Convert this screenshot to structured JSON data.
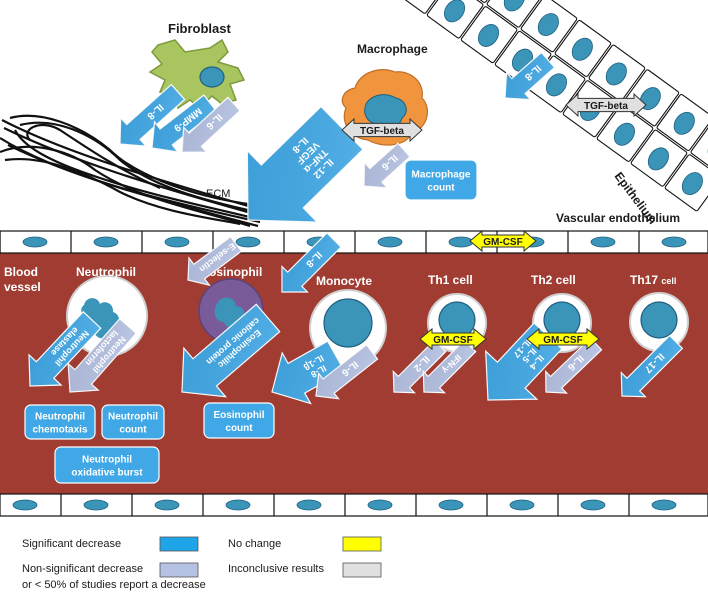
{
  "colors": {
    "significant_decrease": "#40a8e6",
    "non_significant_decrease": "#b6c2e4",
    "no_change": "#ffff00",
    "inconclusive": "#e0e0e0",
    "blood": "#a03c32",
    "cell_blue": "#3a95b8",
    "fibroblast": "#a8c560",
    "macrophage": "#f0953e",
    "eosinophil_purple": "#7a5b9a"
  },
  "labels": {
    "fibroblast": "Fibroblast",
    "macrophage": "Macrophage",
    "ecm": "ECM",
    "epithelium": "Epithelium",
    "vascular_endothelium": "Vascular endothelium",
    "blood_vessel_1": "Blood",
    "blood_vessel_2": "vessel",
    "neutrophil": "Neutrophil",
    "eosinophil": "Eosinophil",
    "monocyte": "Monocyte",
    "th1": "Th1 cell",
    "th2": "Th2 cell",
    "th17_main": "Th17",
    "th17_sub": "cell"
  },
  "mediators": {
    "fib_il8": "IL-8",
    "fib_mmp9": "MMP-9",
    "fib_il6": "IL-6",
    "mac_big": [
      "IL-12",
      "TNF-α",
      "VEGF",
      "IL-8"
    ],
    "mac_il6": "IL-6",
    "tgf_beta": "TGF-beta",
    "epi_il8": "IL-8",
    "gm_csf": "GM-CSF",
    "e_selectin": "E-selectin",
    "vessel_il8": "IL-8",
    "neut_elastase": [
      "Neutrophil",
      "elastase"
    ],
    "neut_lactoferrin": [
      "Neutrophil",
      "lactoferrin"
    ],
    "eos_ecp": [
      "Eosinophilic",
      "cationic protein"
    ],
    "mono_big": [
      "IL-8",
      "IL-1β"
    ],
    "mono_il6": "IL-6",
    "th1_il2": "IL-2",
    "th1_ifn": "IFN-γ",
    "th2_big": [
      "IL-4",
      "IL-5",
      "IL-17"
    ],
    "th2_il6": "IL-6",
    "th17_il17": "IL-17"
  },
  "outcomes": {
    "macrophage_count": [
      "Macrophage",
      "count"
    ],
    "neutrophil_chemotaxis": [
      "Neutrophil",
      "chemotaxis"
    ],
    "neutrophil_count": [
      "Neutrophil",
      "count"
    ],
    "neutrophil_oxidative_burst": [
      "Neutrophil",
      "oxidative burst"
    ],
    "eosinophil_count": [
      "Eosinophil",
      "count"
    ]
  },
  "legend": {
    "significant": "Significant decrease",
    "non_significant_1": "Non-significant decrease",
    "non_significant_2": "or < 50% of studies report a decrease",
    "no_change": "No change",
    "inconclusive": "Inconclusive results"
  }
}
